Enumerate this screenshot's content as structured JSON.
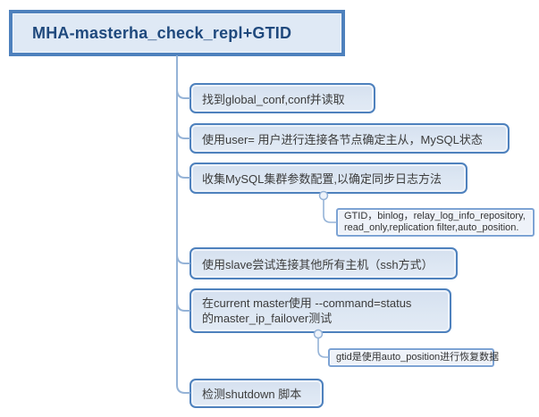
{
  "mindmap": {
    "root": "MHA-masterha_check_repl+GTID",
    "branches": [
      {
        "label": "找到global_conf,conf并读取"
      },
      {
        "label": "使用user= 用户进行连接各节点确定主从，MySQL状态"
      },
      {
        "label": "收集MySQL集群参数配置,以确定同步日志方法",
        "child_line1": "GTID，binlog，relay_log_info_repository,",
        "child_line2": "read_only,replication filter,auto_position."
      },
      {
        "label": "使用slave尝试连接其他所有主机（ssh方式）"
      },
      {
        "label_line1": "在current master使用 --command=status",
        "label_line2": "的master_ip_failover测试",
        "child_line1": "gtid是使用auto_position进行恢复数据"
      },
      {
        "label": "检测shutdown 脚本"
      }
    ]
  },
  "colors": {
    "background": "#ffffff",
    "node_border": "#4e81bd",
    "node_fill": "#dde7f3",
    "root_fill": "#dfe9f5",
    "root_text": "#1f497d",
    "body_text": "#3c3c3c",
    "connector": "#95b3d7",
    "leaf_border": "#7da3d4",
    "leaf_fill": "#eef2f9"
  }
}
